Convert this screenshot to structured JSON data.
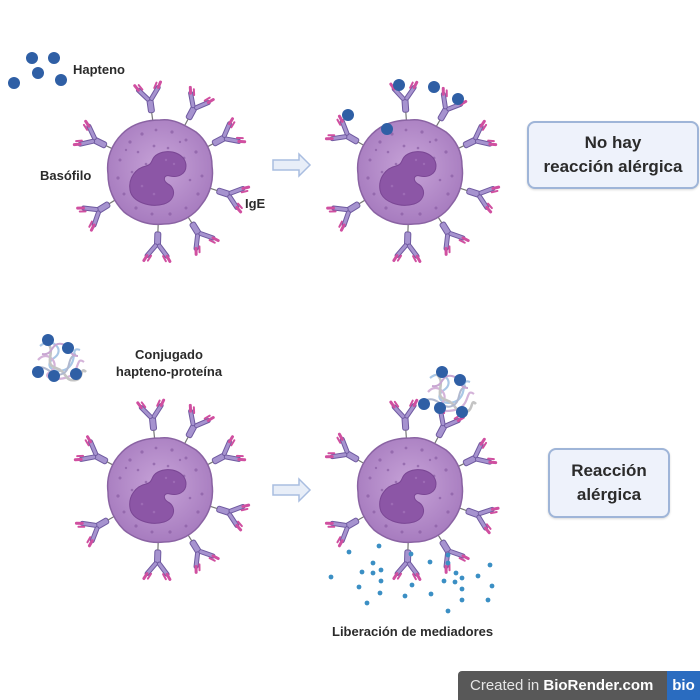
{
  "labels": {
    "hapteno": "Hapteno",
    "basofilo": "Basófilo",
    "ige": "IgE",
    "conjugado_line1": "Conjugado",
    "conjugado_line2": "hapteno-proteína",
    "liberacion": "Liberación de mediadores"
  },
  "outcomes": {
    "top": {
      "line1": "No hay",
      "line2": "reacción alérgica"
    },
    "bottom": {
      "line1": "Reacción",
      "line2": "alérgica"
    }
  },
  "watermark": {
    "prefix": "Created in ",
    "brand": "BioRender.com",
    "logo": "bio"
  },
  "colors": {
    "cell": "#b58fc9",
    "nucleus": "#8e5aa8",
    "antibody": "#9a86c4",
    "antibody_tip": "#d04fa0",
    "hapten": "#2f5fa5",
    "mediator": "#3b8fc4",
    "arrow": "#a9bde0",
    "box_border": "#9fb5d8",
    "box_fill": "#eef2fb"
  }
}
